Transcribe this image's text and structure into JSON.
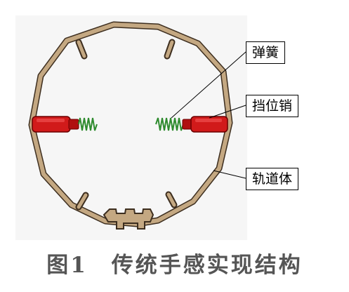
{
  "labels": {
    "spring": "弹簧",
    "stop_pin": "挡位销",
    "track_body": "轨道体"
  },
  "caption": {
    "number": "图1",
    "text": "传统手感实现结构"
  },
  "colors": {
    "track": "#c4a882",
    "track_stroke": "#3d2e1f",
    "pin": "#d11a1a",
    "spring": "#2e8b2e",
    "caption": "#555555"
  }
}
